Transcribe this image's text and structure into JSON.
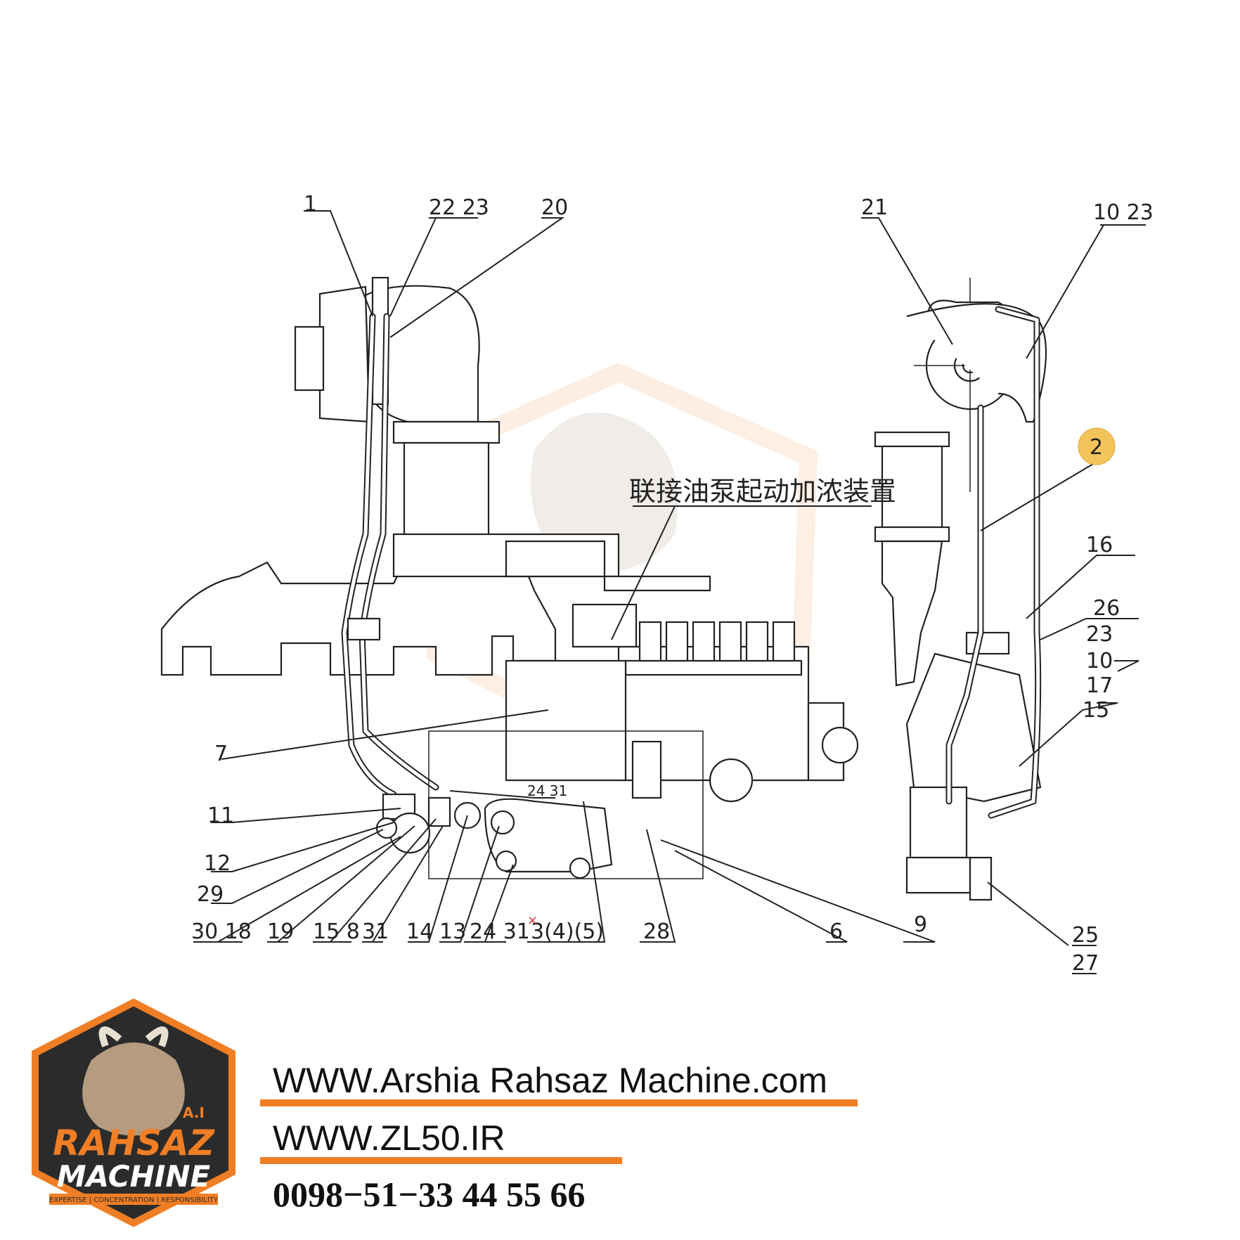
{
  "diagram": {
    "annotation": "联接油泵起动加浓装置",
    "callouts": [
      {
        "id": "c1",
        "text": "1"
      },
      {
        "id": "c2223",
        "text": "22 23"
      },
      {
        "id": "c20",
        "text": "20"
      },
      {
        "id": "c21",
        "text": "21"
      },
      {
        "id": "c1023",
        "text": "10 23"
      },
      {
        "id": "c2",
        "text": "2"
      },
      {
        "id": "c16",
        "text": "16"
      },
      {
        "id": "c26",
        "text": "26"
      },
      {
        "id": "c23",
        "text": "23"
      },
      {
        "id": "c10",
        "text": "10"
      },
      {
        "id": "c17",
        "text": "17"
      },
      {
        "id": "c15r",
        "text": "15"
      },
      {
        "id": "c7",
        "text": "7"
      },
      {
        "id": "c2431a",
        "text": "24 31"
      },
      {
        "id": "c11",
        "text": "11"
      },
      {
        "id": "c12",
        "text": "12"
      },
      {
        "id": "c29",
        "text": "29"
      },
      {
        "id": "c3018",
        "text": "30 18"
      },
      {
        "id": "c19",
        "text": "19"
      },
      {
        "id": "c158",
        "text": "15 8"
      },
      {
        "id": "c31",
        "text": "31"
      },
      {
        "id": "c14",
        "text": "14"
      },
      {
        "id": "c13",
        "text": "13"
      },
      {
        "id": "c2431b",
        "text": "24 31"
      },
      {
        "id": "c345",
        "text": "3(4)(5)"
      },
      {
        "id": "c28",
        "text": "28"
      },
      {
        "id": "c6",
        "text": "6"
      },
      {
        "id": "c9",
        "text": "9"
      },
      {
        "id": "c25",
        "text": "25"
      },
      {
        "id": "c27",
        "text": "27"
      }
    ]
  },
  "footer": {
    "website": "WWW.Arshia Rahsaz Machine.com",
    "site2": "WWW.ZL50.IR",
    "phone": "0098−51−33 44 55 66"
  },
  "logo": {
    "line1": "RAHSAZ",
    "line2": "MACHINE",
    "initials": "A.I",
    "tagline": "EXPERTISE | CONCENTRATION | RESPONSIBILITY"
  },
  "colors": {
    "accent": "#f07e25",
    "ink": "#222222",
    "callout_highlight": "#f3c45a",
    "logo_dark": "#2b2b2b"
  }
}
